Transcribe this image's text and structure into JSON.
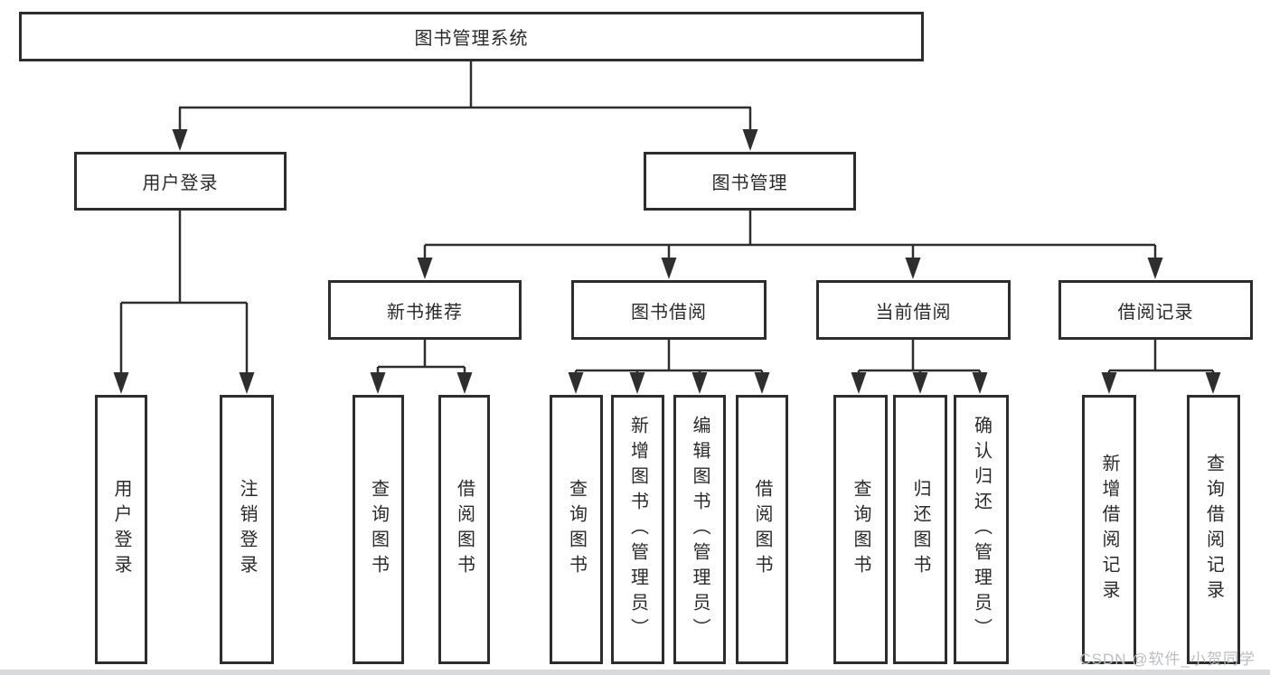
{
  "tree": {
    "label": "图书管理系统",
    "children": [
      {
        "label": "用户登录",
        "children": [
          {
            "label": "用户登录"
          },
          {
            "label": "注销登录"
          }
        ]
      },
      {
        "label": "图书管理",
        "children": [
          {
            "label": "新书推荐",
            "children": [
              {
                "label": "查询图书"
              },
              {
                "label": "借阅图书"
              }
            ]
          },
          {
            "label": "图书借阅",
            "children": [
              {
                "label": "查询图书"
              },
              {
                "label": "新增图书（管理员）"
              },
              {
                "label": "编辑图书（管理员）"
              },
              {
                "label": "借阅图书"
              }
            ]
          },
          {
            "label": "当前借阅",
            "children": [
              {
                "label": "查询图书"
              },
              {
                "label": "归还图书"
              },
              {
                "label": "确认归还（管理员）"
              }
            ]
          },
          {
            "label": "借阅记录",
            "children": [
              {
                "label": "新增借阅记录"
              },
              {
                "label": "查询借阅记录"
              }
            ]
          }
        ]
      }
    ]
  },
  "watermark": "CSDN @软件_小贺同学",
  "colors": {
    "box_border": "#2d2d2d",
    "connector_line": "#2e2e2e",
    "text": "#2a2a2a",
    "watermark_text": "#b9bec4"
  }
}
